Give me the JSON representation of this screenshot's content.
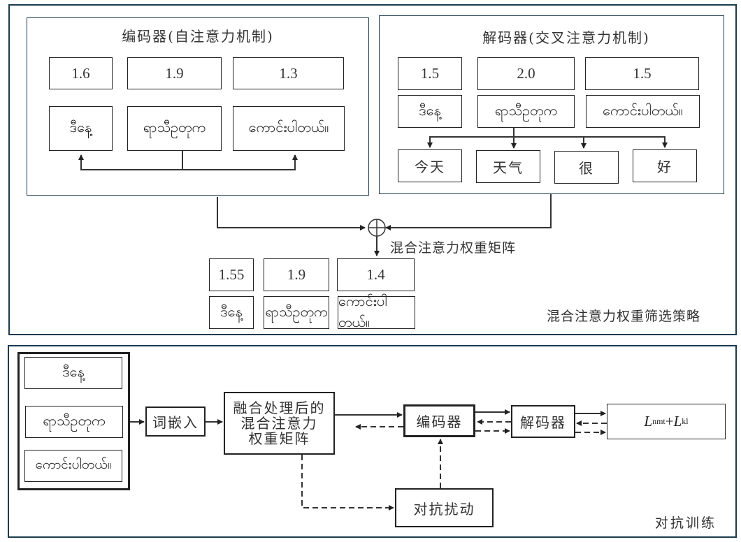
{
  "top_panel": {
    "label": "混合注意力权重筛选策略",
    "encoder": {
      "title": "编码器(自注意力机制)",
      "weights": [
        "1.6",
        "1.9",
        "1.3"
      ],
      "tokens": [
        "ဒီနေ့",
        "ရာသီဥတုက",
        "ကောင်းပါတယ်။"
      ]
    },
    "decoder": {
      "title": "解码器(交叉注意力机制)",
      "weights": [
        "1.5",
        "2.0",
        "1.5"
      ],
      "tokens": [
        "ဒီနေ့",
        "ရာသီဥတုက",
        "ကောင်းပါတယ်။"
      ],
      "targets": [
        "今天",
        "天气",
        "很",
        "好"
      ]
    },
    "fusion_symbol": "⊕",
    "fusion_label": "混合注意力权重矩阵",
    "mixed": {
      "weights": [
        "1.55",
        "1.9",
        "1.4"
      ],
      "tokens": [
        "ဒီနေ့",
        "ရာသီဥတုက",
        "ကောင်းပါတယ်။"
      ]
    }
  },
  "bottom_panel": {
    "label": "对抗训练",
    "inputs": [
      "ဒီနေ့",
      "ရာသီဥတုက",
      "ကောင်းပါတယ်။"
    ],
    "embedding": "词嵌入",
    "fused_matrix": [
      "融合处理后的",
      "混合注意力",
      "权重矩阵"
    ],
    "encoder": "编码器",
    "decoder": "解码器",
    "perturbation": "对抗扰动",
    "loss": {
      "l1": "L",
      "s1": "nmt",
      "plus": "+",
      "l2": "L",
      "s2": "kl"
    }
  }
}
